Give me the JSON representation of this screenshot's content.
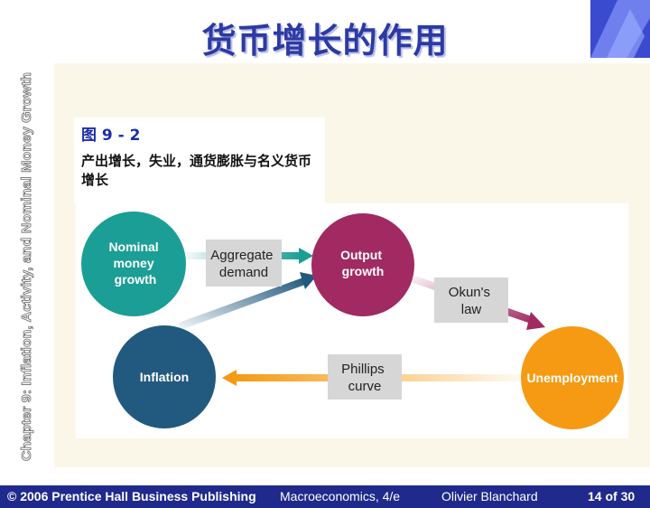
{
  "slide": {
    "title": "货币增长的作用",
    "side_label": "Chapter 9: Inflation, Activity, and Nominal Money Growth",
    "figure_number": "图 9 - 2",
    "figure_caption": "产出增长，失业，通货膨胀与名义货币增长"
  },
  "diagram": {
    "nodes": {
      "nominal_money_growth": [
        "Nominal",
        "money",
        "growth"
      ],
      "output_growth": [
        "Output",
        "growth"
      ],
      "unemployment": "Unemployment",
      "inflation": "Inflation"
    },
    "links": {
      "aggregate_demand": [
        "Aggregate",
        "demand"
      ],
      "okuns_law": [
        "Okun's",
        "law"
      ],
      "phillips_curve": [
        "Phillips",
        "curve"
      ]
    },
    "colors": {
      "teal": "#1b9e95",
      "maroon": "#a12a62",
      "orange": "#f59a12",
      "navy": "#22597e",
      "label_box": "#d6d6d6"
    }
  },
  "footer": {
    "copyright": "© 2006 Prentice Hall Business Publishing",
    "book": "Macroeconomics, 4/e",
    "author": "Olivier Blanchard",
    "page": "14 of 30"
  }
}
